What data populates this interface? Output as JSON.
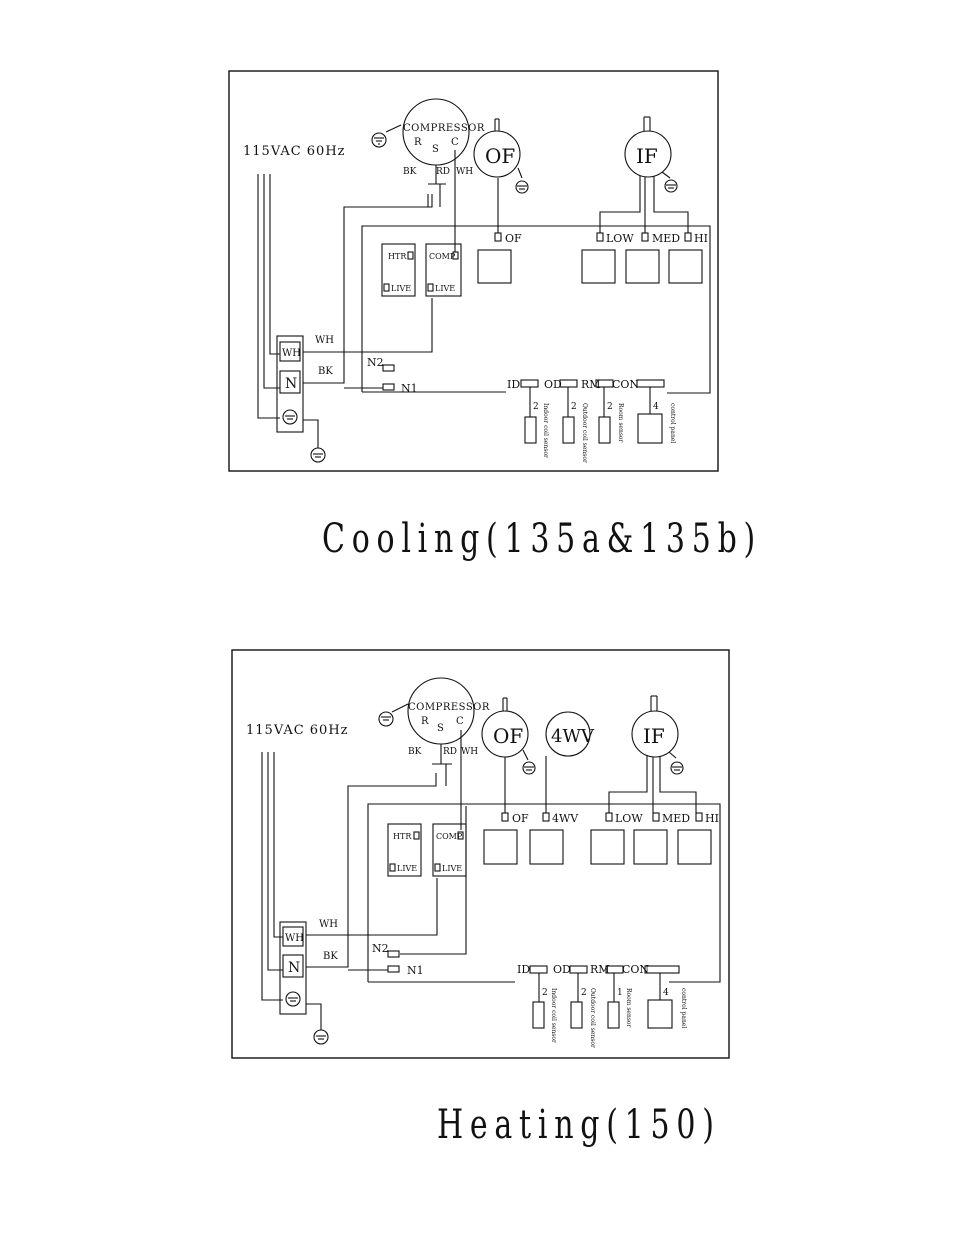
{
  "cooling": {
    "supply": "115VAC 60Hz",
    "compressor": "COMPRESSOR",
    "terminal_r": "R",
    "terminal_s": "S",
    "terminal_c": "C",
    "wire_bk": "BK",
    "wire_rd": "RD",
    "wire_wh": "WH",
    "outdoor_fan": "OF",
    "indoor_fan": "IF",
    "of_terminal": "OF",
    "low": "LOW",
    "med": "MED",
    "hi": "HI",
    "htr": "HTR",
    "comp": "COMP",
    "live1": "LIVE",
    "live2": "LIVE",
    "tb_wh": "WH",
    "tb_n": "N",
    "wh_label": "WH",
    "bk_label": "BK",
    "n2": "N2",
    "n1": "N1",
    "id": "ID",
    "od": "OD",
    "rm": "RM",
    "con": "CON",
    "pin2a": "2",
    "pin2b": "2",
    "pin2c": "2",
    "pin4": "4",
    "sensor_indoor": "Indoor coil sensor",
    "sensor_outdoor": "Outdoor coil sensor",
    "sensor_room": "Room sensor",
    "panel": "control panel",
    "caption": "Cooling(135a&135b)"
  },
  "heating": {
    "supply": "115VAC 60Hz",
    "compressor": "COMPRESSOR",
    "terminal_r": "R",
    "terminal_s": "S",
    "terminal_c": "C",
    "wire_bk": "BK",
    "wire_rd": "RD",
    "wire_wh": "WH",
    "outdoor_fan": "OF",
    "valve": "4WV",
    "indoor_fan": "IF",
    "of_terminal": "OF",
    "wv_terminal": "4WV",
    "low": "LOW",
    "med": "MED",
    "hi": "HI",
    "htr": "HTR",
    "comp": "COMP",
    "live1": "LIVE",
    "live2": "LIVE",
    "tb_wh": "WH",
    "tb_n": "N",
    "wh_label": "WH",
    "bk_label": "BK",
    "n2": "N2",
    "n1": "N1",
    "id": "ID",
    "od": "OD",
    "rm": "RM",
    "con": "CON",
    "pin2a": "2",
    "pin2b": "2",
    "pin1": "1",
    "pin4": "4",
    "sensor_indoor": "Indoor coil sensor",
    "sensor_outdoor": "Outdoor coil sensor",
    "sensor_room": "Room sensor",
    "panel": "control panel",
    "caption": "Heating(150)"
  }
}
